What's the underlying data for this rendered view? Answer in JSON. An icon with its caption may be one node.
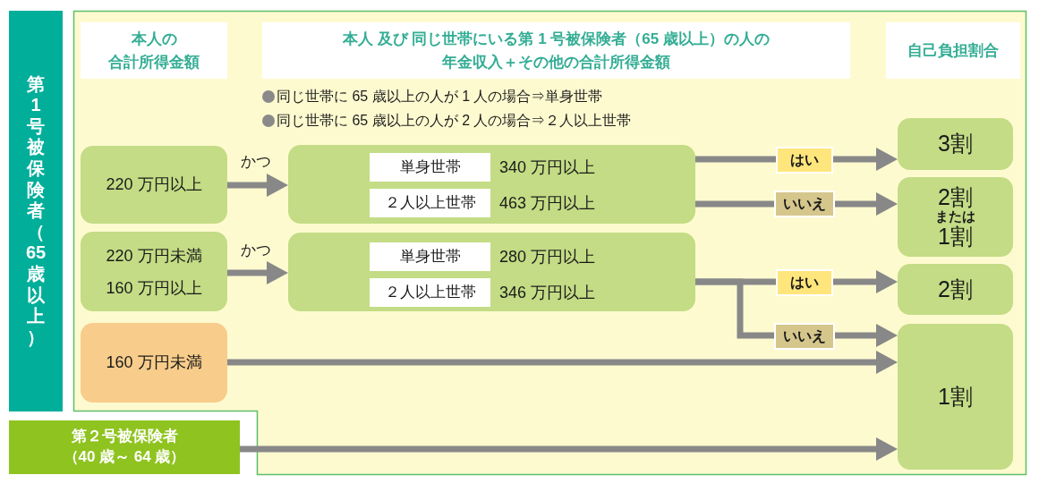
{
  "diagram": {
    "nodes": [
      {
        "text": [
          "第1号被保険者（65歳以上）"
        ]
      },
      {
        "text": [
          "本人の合計所得金額"
        ]
      },
      {
        "text": [
          "本人 及び 同じ世帯にいる第 1 号被保険者（65 歳以上）の人の年金収入＋その他の合計所得金額"
        ]
      },
      {
        "text": [
          "自己負担割合"
        ]
      },
      {
        "text": [
          "220 万円以上"
        ]
      },
      {
        "text": [],
        "shape": "box"
      },
      {
        "text": [
          "単身世帯"
        ],
        "in": 5,
        "beside": [
          "340 万円以上"
        ]
      },
      {
        "text": [
          "２人以上世帯"
        ],
        "in": 5,
        "beside": [
          "463 万円以上"
        ]
      },
      {
        "text": [
          "220 万円未満",
          "160 万円以上"
        ]
      },
      {
        "text": [],
        "shape": "box"
      },
      {
        "text": [
          "単身世帯"
        ],
        "in": 9,
        "beside": [
          "280 万円以上"
        ]
      },
      {
        "text": [
          "２人以上世帯"
        ],
        "in": 9,
        "beside": [
          "346 万円以上"
        ]
      },
      {
        "text": [
          "160 万円未満"
        ]
      },
      {
        "text": [
          "第２号被保険者",
          "（40 歳～ 64 歳）"
        ]
      },
      {
        "text": [
          "3割"
        ]
      },
      {
        "text": [
          "2割",
          "または",
          "1割"
        ]
      },
      {
        "text": [
          "2割"
        ]
      },
      {
        "text": [
          "1割"
        ]
      }
    ],
    "edges": [
      {
        "from": 4,
        "to": 5,
        "arrow": "to",
        "label": "かつ"
      },
      {
        "from": 5,
        "to": 14,
        "arrow": "to",
        "label": "はい"
      },
      {
        "from": 5,
        "to": 15,
        "arrow": "to",
        "label": "いいえ"
      },
      {
        "from": 8,
        "to": 9,
        "arrow": "to",
        "label": "かつ"
      },
      {
        "from": 9,
        "to": 16,
        "arrow": "to",
        "label": "はい"
      },
      {
        "from": 9,
        "to": 17,
        "arrow": "to",
        "label": "いいえ"
      },
      {
        "from": 12,
        "to": 17,
        "arrow": "to"
      },
      {
        "from": 13,
        "to": 17,
        "arrow": "to"
      }
    ],
    "labels": [
      "同じ世帯に 65 歳以上の人が 1 人の場合⇒単身世帯",
      "同じ世帯に 65 歳以上の人が 2 人の場合⇒２人以上世帯"
    ]
  }
}
